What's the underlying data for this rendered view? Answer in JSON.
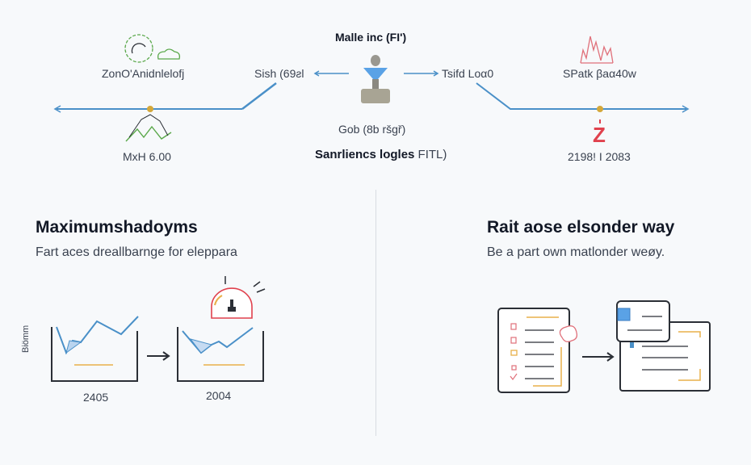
{
  "top": {
    "title": "Malle inc (FI')",
    "center_caption": "Gob (8b ršgř)",
    "center_subtitle_bold": "Sanrliencs logles",
    "center_subtitle_rest": " FITL)",
    "left_node": {
      "top_label": "ZonO'Anidnlelofj",
      "bottom_label": "MxH 6.00",
      "side_label": "Sish (69ƨl"
    },
    "right_node": {
      "top_label": "SPatk βaα40w",
      "bottom_label": "2198! I 2083",
      "side_label": "Tsifd Loα0",
      "marker": "Z"
    }
  },
  "left_panel": {
    "title": "Maximumshadoyms",
    "subtitle": "Fart aces dreallbarnge for eleppara",
    "axis_label": "Biömm",
    "chart_a_label": "2405",
    "chart_b_label": "2004"
  },
  "right_panel": {
    "title": "Rait aose elsonder way",
    "subtitle": "Be a part own matlonder weøy."
  },
  "colors": {
    "accent_blue": "#4a90c8",
    "gold": "#d4a83a",
    "red": "#e0414d",
    "green": "#5aa84a",
    "dark": "#2b2f36"
  }
}
